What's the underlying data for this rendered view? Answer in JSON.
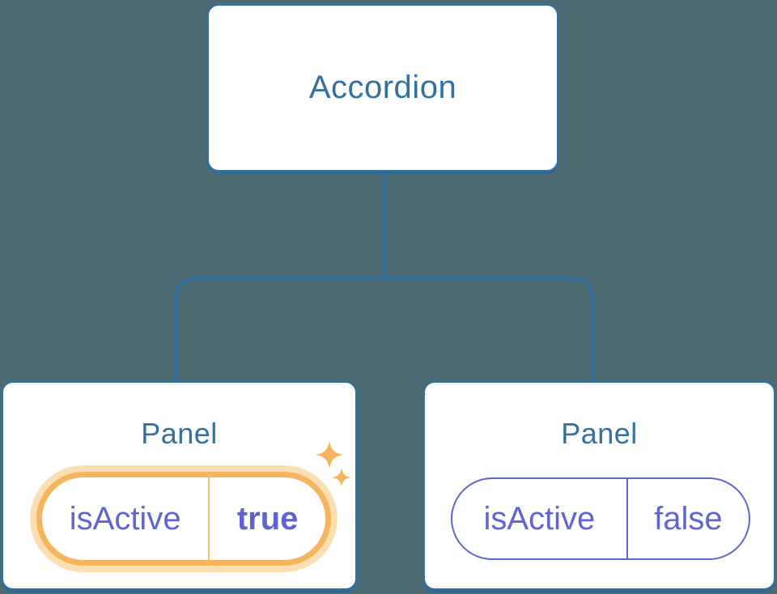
{
  "colors": {
    "background": "#4D6A73",
    "connector_blue": "#2F72A6",
    "card_border_blue": "#2F72A6",
    "heading_blue": "#33719F",
    "state_purple": "#6165D3",
    "state_value_bold_purple": "#5F63D2",
    "highlight_orange": "#F6B45C",
    "highlight_halo_orange": "#FBDFB2",
    "card_background": "#FFFFFF"
  },
  "tree": {
    "root": {
      "label": "Accordion"
    },
    "children": [
      {
        "title": "Panel",
        "state": {
          "name": "isActive",
          "value": "true"
        },
        "highlighted": true,
        "icon": "sparkles"
      },
      {
        "title": "Panel",
        "state": {
          "name": "isActive",
          "value": "false"
        },
        "highlighted": false
      }
    ]
  }
}
